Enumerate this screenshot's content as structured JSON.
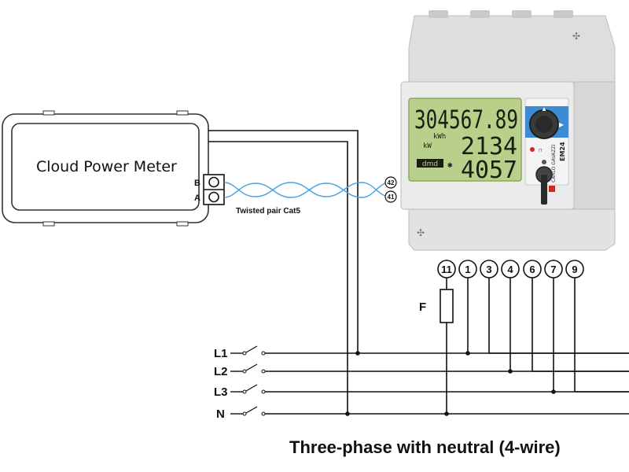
{
  "cloud_meter": {
    "label": "Cloud Power Meter",
    "port_b": "B",
    "port_a": "A"
  },
  "cable": {
    "label": "Twisted pair Cat5"
  },
  "meter": {
    "model": "EM24",
    "brand": "CARLO GAVAZZI",
    "display": {
      "row1": "304567.89",
      "unit1": "kWh",
      "unit2": "kW",
      "row2": "2134",
      "dmd": "dmd",
      "row3": "4057"
    },
    "rs485_terminals": [
      "42",
      "41"
    ]
  },
  "terminals": [
    "11",
    "1",
    "3",
    "4",
    "6",
    "7",
    "9"
  ],
  "fuse_label": "F",
  "lines": [
    "L1",
    "L2",
    "L3",
    "N"
  ],
  "caption": "Three-phase with neutral (4-wire)",
  "colors": {
    "wire": "#111111",
    "twisted_pair": "#4aa3e0",
    "lcd": "#b9d08a",
    "accent_blue": "#2a7fd0",
    "brand_red": "#d9231c"
  }
}
